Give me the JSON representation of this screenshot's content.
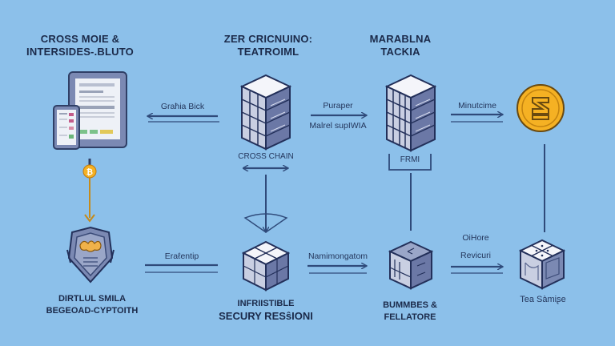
{
  "headings": {
    "col1": [
      "CROSS MOIE &",
      "INTERSIDES-.BLUTO"
    ],
    "col2": [
      "ZER CRICNUINO:",
      "TEATROIML"
    ],
    "col3": [
      "MARABLNA",
      "TACKIA"
    ]
  },
  "arrow_labels": {
    "top_left": "Graħia Bick",
    "top_mid_above": "Puraper",
    "top_mid_below": "Malrel supIWIA",
    "top_right": "Minutcime",
    "cross_chain": "CROSS CHAIN",
    "frmi": "FRMI",
    "bottom_left": "Eraℓentip",
    "bottom_mid": "Namimongatom",
    "bottom_right_top": "OiHore",
    "bottom_right": "Revicuri"
  },
  "captions": {
    "shield": [
      "DIRTLUL SMILA",
      "BEGEOAD-CYPTOITH"
    ],
    "cube": [
      "INFRIISTIBLE",
      "SECURY RESŝIONI"
    ],
    "box": [
      "BUMMBES &",
      "FELLATORE"
    ],
    "safe": "Tea Sàmiʂe"
  },
  "icons": {
    "tablet": "tablet-document-icon",
    "bitcoin": "bitcoin-coin-icon",
    "server1": "server-tower-icon",
    "server2": "server-tower-icon",
    "coin": "z-token-coin-icon",
    "shield": "shield-icon",
    "cube": "block-cube-icon",
    "box": "box-cube-icon",
    "safe": "safe-cube-icon"
  },
  "colors": {
    "background": "#8cc0ea",
    "line": "#2f4a7a",
    "coin": "#f5b123",
    "node_fill": "#8e9cc0",
    "node_dark": "#3b4b78"
  }
}
